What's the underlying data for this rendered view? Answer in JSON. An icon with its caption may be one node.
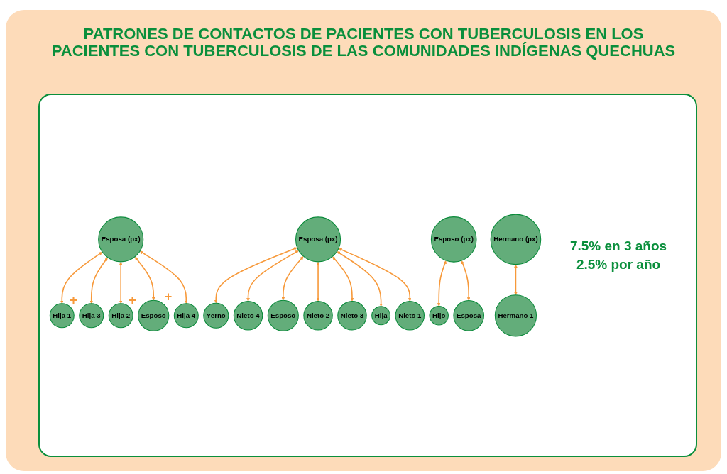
{
  "diagram": {
    "title": "PATRONES DE CONTACTOS DE PACIENTES CON TUBERCULOSIS EN LOS PACIENTES CON TUBERCULOSIS DE LAS COMUNIDADES INDÍGENAS QUECHUAS",
    "nodes": [
      {
        "text": [
          "Hija 1"
        ],
        "beside": [
          "+"
        ]
      },
      {
        "text": [
          "Hija 3"
        ]
      },
      {
        "text": [
          "Hija 2"
        ],
        "beside": [
          "+"
        ]
      },
      {
        "text": [
          "Esposa (px)"
        ]
      },
      {
        "text": [
          "Esposo"
        ],
        "beside": [
          "+"
        ]
      },
      {
        "text": [
          "Hija 4"
        ]
      },
      {
        "text": [
          "Yerno"
        ]
      },
      {
        "text": [
          "Nieto 4"
        ]
      },
      {
        "text": [
          "Esposo"
        ]
      },
      {
        "text": [
          "Esposa (px)"
        ]
      },
      {
        "text": [
          "Nieto 2"
        ]
      },
      {
        "text": [
          "Nieto 3"
        ]
      },
      {
        "text": [
          "Hija"
        ]
      },
      {
        "text": [
          "Nieto 1"
        ]
      },
      {
        "text": [
          "Esposo (px)"
        ]
      },
      {
        "text": [
          "Hijo"
        ]
      },
      {
        "text": [
          "Esposa"
        ]
      },
      {
        "text": [
          "Hermano (px)"
        ]
      },
      {
        "text": [
          "Hermano 1"
        ]
      }
    ],
    "edges": [
      {
        "from": 3,
        "to": 0,
        "arrow": "both"
      },
      {
        "from": 3,
        "to": 1,
        "arrow": "both"
      },
      {
        "from": 3,
        "to": 2,
        "arrow": "both"
      },
      {
        "from": 3,
        "to": 4,
        "arrow": "both"
      },
      {
        "from": 3,
        "to": 5,
        "arrow": "both"
      },
      {
        "from": 9,
        "to": 6,
        "arrow": "both"
      },
      {
        "from": 9,
        "to": 7,
        "arrow": "both"
      },
      {
        "from": 9,
        "to": 8,
        "arrow": "both"
      },
      {
        "from": 9,
        "to": 10,
        "arrow": "both"
      },
      {
        "from": 9,
        "to": 11,
        "arrow": "both"
      },
      {
        "from": 9,
        "to": 12,
        "arrow": "both"
      },
      {
        "from": 9,
        "to": 13,
        "arrow": "both"
      },
      {
        "from": 14,
        "to": 15,
        "arrow": "both"
      },
      {
        "from": 14,
        "to": 16,
        "arrow": "both"
      },
      {
        "from": 17,
        "to": 18,
        "arrow": "both"
      }
    ],
    "labels": [
      "7.5% en 3 años",
      "2.5% por año"
    ]
  }
}
